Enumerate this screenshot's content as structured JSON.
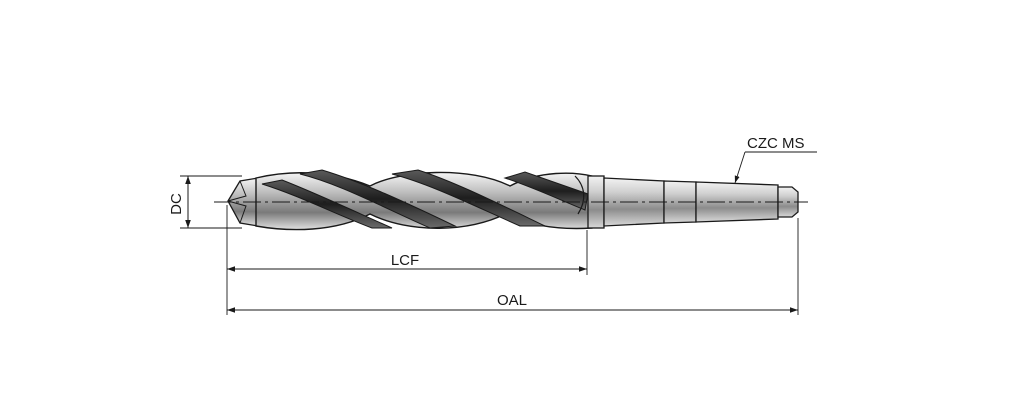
{
  "labels": {
    "dc": "DC",
    "lcf": "LCF",
    "oal": "OAL",
    "shank": "CZC MS"
  }
}
